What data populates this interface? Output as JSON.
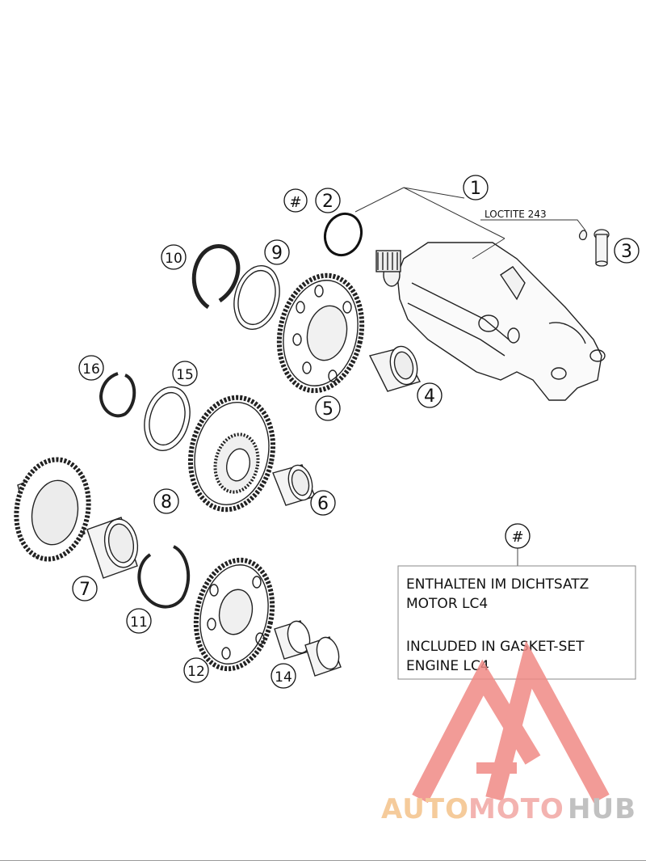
{
  "diagram": {
    "labels": {
      "loctite": "LOCTITE 243",
      "hash": "#"
    },
    "callouts": [
      "1",
      "2",
      "3",
      "4",
      "5",
      "6",
      "7",
      "8",
      "9",
      "10",
      "11",
      "12",
      "14",
      "15",
      "16"
    ],
    "note": {
      "marker": "#",
      "line1": "ENTHALTEN IM DICHTSATZ",
      "line2": "MOTOR LC4",
      "line3": "INCLUDED IN GASKET-SET",
      "line4": "ENGINE LC4"
    }
  },
  "watermark": {
    "part1": "AUTO",
    "part2": "MOTO",
    "part3": "HUB",
    "colors": {
      "auto": "#f4c28a",
      "moto": "#f2a6a3",
      "hub": "#b7b7b7",
      "logo": "#f08a86"
    }
  }
}
